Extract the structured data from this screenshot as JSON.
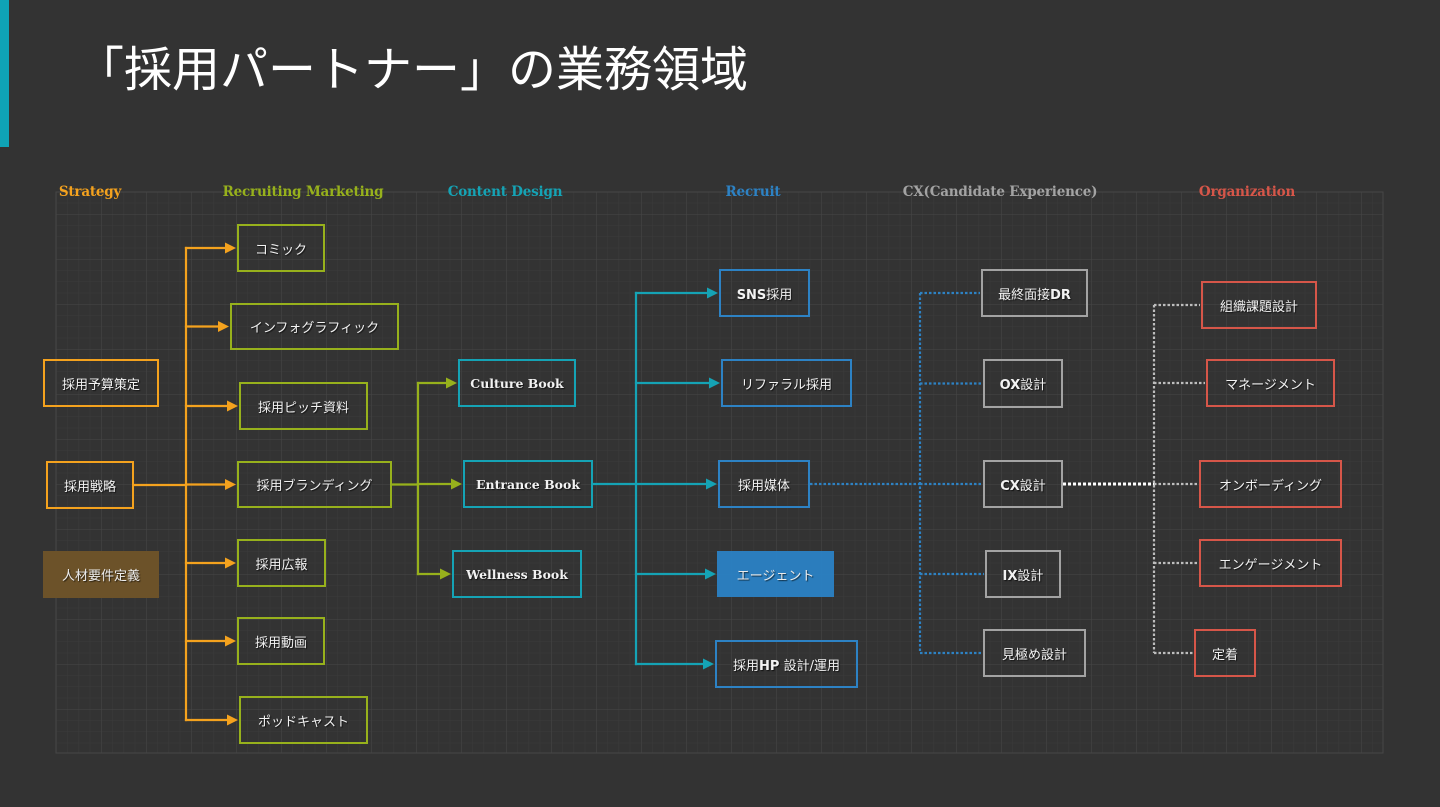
{
  "title": "「採用パートナー」の業務領域",
  "colors": {
    "background": "#333333",
    "accent_bar": "#0fa3b6"
  },
  "columns": [
    {
      "id": "strategy",
      "header": "Strategy",
      "color": "#f4a21e",
      "nodes": [
        {
          "id": "budget",
          "label": "採用予算策定"
        },
        {
          "id": "strategy_main",
          "label": "採用戦略"
        },
        {
          "id": "talent_req",
          "label": "人材要件定義",
          "filled": true,
          "fill": "#6e5329"
        }
      ]
    },
    {
      "id": "recruiting_marketing",
      "header": "Recruiting Marketing",
      "color": "#97b11c",
      "nodes": [
        {
          "id": "comic",
          "label": "コミック"
        },
        {
          "id": "infographic",
          "label": "インフォグラフィック"
        },
        {
          "id": "pitch",
          "label": "採用ピッチ資料"
        },
        {
          "id": "branding",
          "label": "採用ブランディング"
        },
        {
          "id": "pr",
          "label": "採用広報"
        },
        {
          "id": "video",
          "label": "採用動画"
        },
        {
          "id": "podcast",
          "label": "ポッドキャスト"
        }
      ]
    },
    {
      "id": "content_design",
      "header": "Content Design",
      "color": "#15a3b5",
      "nodes": [
        {
          "id": "culture",
          "label": "Culture Book"
        },
        {
          "id": "entrance",
          "label": "Entrance Book"
        },
        {
          "id": "wellness",
          "label": "Wellness Book"
        }
      ]
    },
    {
      "id": "recruit",
      "header": "Recruit",
      "color": "#2d82c4",
      "nodes": [
        {
          "id": "sns",
          "parts": [
            {
              "text": "SNS",
              "bold": true
            },
            {
              "text": "採用"
            }
          ]
        },
        {
          "id": "referral",
          "label": "リファラル採用"
        },
        {
          "id": "media",
          "label": "採用媒体"
        },
        {
          "id": "agent",
          "label": "エージェント",
          "filled": true,
          "fill": "#2b80c2"
        },
        {
          "id": "hp",
          "parts": [
            {
              "text": "採用"
            },
            {
              "text": "HP",
              "bold": true
            },
            {
              "text": " 設計/運用"
            }
          ]
        }
      ]
    },
    {
      "id": "cx",
      "header": "CX(Candidate Experience)",
      "color": "#a3a3a3",
      "nodes": [
        {
          "id": "final_dr",
          "parts": [
            {
              "text": "最終面接"
            },
            {
              "text": "DR",
              "bold": true
            }
          ]
        },
        {
          "id": "ox",
          "parts": [
            {
              "text": "OX",
              "bold": true
            },
            {
              "text": "設計"
            }
          ]
        },
        {
          "id": "cx_design",
          "parts": [
            {
              "text": "CX",
              "bold": true
            },
            {
              "text": "設計"
            }
          ]
        },
        {
          "id": "ix",
          "parts": [
            {
              "text": "IX",
              "bold": true
            },
            {
              "text": "設計"
            }
          ]
        },
        {
          "id": "judge",
          "label": "見極め設計"
        }
      ]
    },
    {
      "id": "organization",
      "header": "Organization",
      "color": "#d65649",
      "nodes": [
        {
          "id": "org_issue",
          "label": "組織課題設計"
        },
        {
          "id": "management",
          "label": "マネージメント"
        },
        {
          "id": "onboarding",
          "label": "オンボーディング"
        },
        {
          "id": "engagement",
          "label": "エンゲージメント"
        },
        {
          "id": "retention",
          "label": "定着"
        }
      ]
    }
  ],
  "connections": [
    {
      "from": "strategy_main",
      "to": [
        "comic",
        "infographic",
        "pitch",
        "branding",
        "pr",
        "video",
        "podcast"
      ],
      "style": "arrow",
      "color": "#f4a21e"
    },
    {
      "from": "branding",
      "to": [
        "culture",
        "entrance",
        "wellness"
      ],
      "style": "arrow",
      "color": "#97b11c"
    },
    {
      "from": "entrance",
      "to": [
        "sns",
        "referral",
        "media",
        "agent",
        "hp"
      ],
      "style": "arrow",
      "color": "#15a3b5"
    },
    {
      "from": "media",
      "to": [
        "final_dr",
        "ox",
        "cx_design",
        "ix",
        "judge"
      ],
      "style": "dotted",
      "color": "#2d82c4"
    },
    {
      "from": "cx_design",
      "to": [
        "org_issue",
        "management",
        "onboarding",
        "engagement",
        "retention"
      ],
      "style": "dotted",
      "color": "#bdbdbd",
      "source_color": "#ffffff"
    }
  ]
}
